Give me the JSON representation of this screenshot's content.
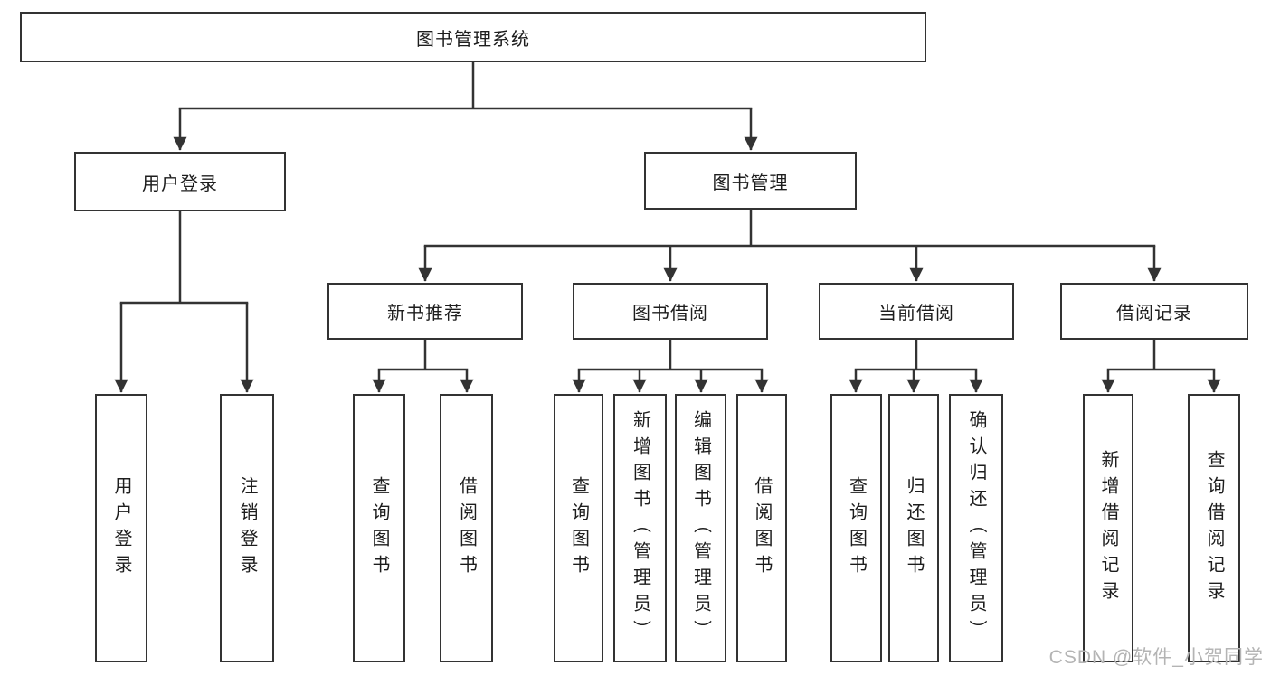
{
  "diagram": {
    "root": {
      "label": "图书管理系统"
    },
    "level2": [
      {
        "label": "用户登录"
      },
      {
        "label": "图书管理"
      }
    ],
    "level3": [
      {
        "label": "新书推荐"
      },
      {
        "label": "图书借阅"
      },
      {
        "label": "当前借阅"
      },
      {
        "label": "借阅记录"
      }
    ],
    "leaves": [
      {
        "label": "用户登录"
      },
      {
        "label": "注销登录"
      },
      {
        "label": "查询图书"
      },
      {
        "label": "借阅图书"
      },
      {
        "label": "查询图书"
      },
      {
        "label": "新增图书（管理员）"
      },
      {
        "label": "编辑图书（管理员）"
      },
      {
        "label": "借阅图书"
      },
      {
        "label": "查询图书"
      },
      {
        "label": "归还图书"
      },
      {
        "label": "确认归还（管理员）"
      },
      {
        "label": "新增借阅记录"
      },
      {
        "label": "查询借阅记录"
      }
    ]
  },
  "watermark": {
    "text": "CSDN @软件_小贺同学"
  },
  "colors": {
    "line": "#333333",
    "node_border": "#333333",
    "text": "#1d1d1d",
    "background": "#ffffff",
    "watermark": "#b4b4b4"
  }
}
